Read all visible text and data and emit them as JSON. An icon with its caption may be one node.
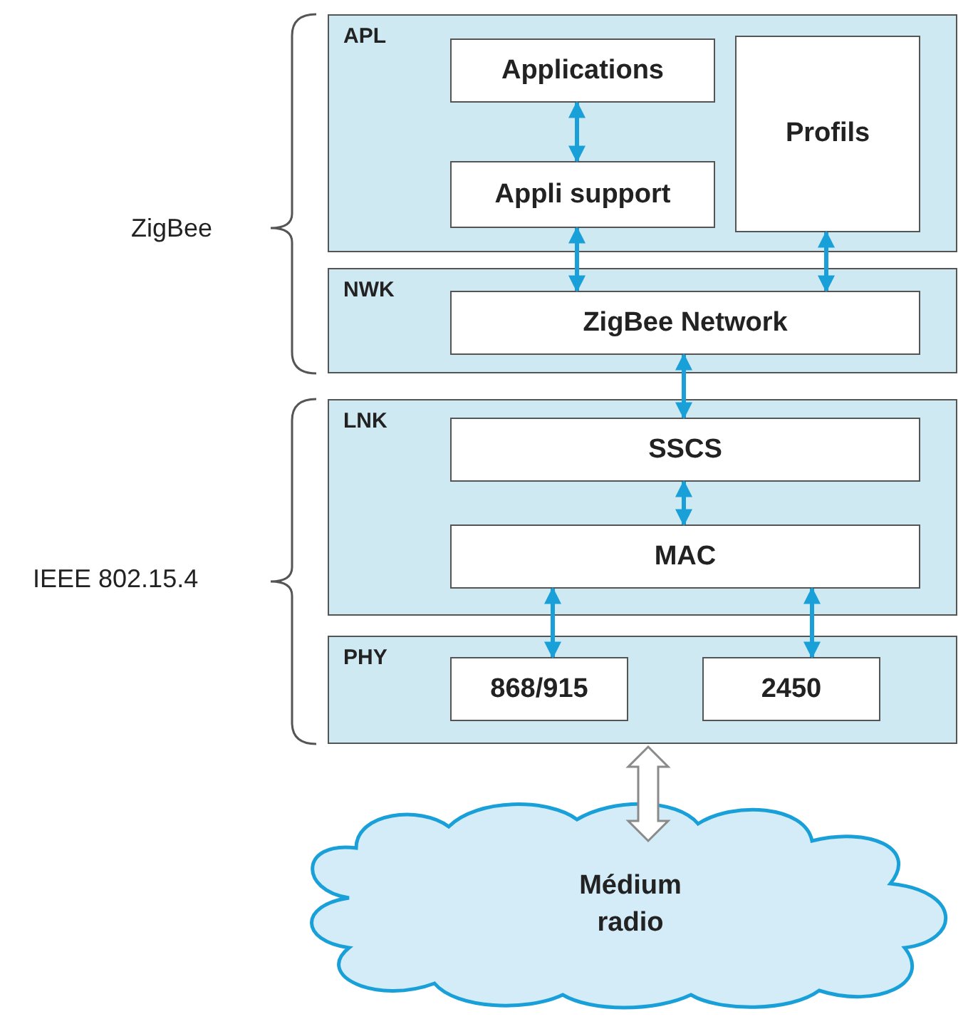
{
  "diagram": {
    "nodes": [
      {
        "text": [
          "APL"
        ]
      },
      {
        "text": [
          "Applications"
        ],
        "in": 0
      },
      {
        "text": [
          "Appli support"
        ],
        "in": 0
      },
      {
        "text": [
          "Profils"
        ],
        "in": 0
      },
      {
        "text": [
          "NWK"
        ]
      },
      {
        "text": [
          "ZigBee Network"
        ],
        "in": 4
      },
      {
        "text": [
          "LNK"
        ]
      },
      {
        "text": [
          "SSCS"
        ],
        "in": 6
      },
      {
        "text": [
          "MAC"
        ],
        "in": 6
      },
      {
        "text": [
          "PHY"
        ]
      },
      {
        "text": [
          "868/915"
        ],
        "in": 9
      },
      {
        "text": [
          "2450"
        ],
        "in": 9
      },
      {
        "text": [
          "Médium radio"
        ]
      }
    ],
    "edges": [
      {
        "from": 1,
        "to": 2,
        "arrow": "both"
      },
      {
        "from": 2,
        "to": 5,
        "arrow": "both"
      },
      {
        "from": 3,
        "to": 5,
        "arrow": "both"
      },
      {
        "from": 5,
        "to": 7,
        "arrow": "both"
      },
      {
        "from": 7,
        "to": 8,
        "arrow": "both"
      },
      {
        "from": 8,
        "to": 10,
        "arrow": "both"
      },
      {
        "from": 8,
        "to": 11,
        "arrow": "both"
      },
      {
        "from": 9,
        "to": 12,
        "arrow": "both",
        "style": "thick",
        "color": "#8a8a8a"
      }
    ],
    "labels": [
      "ZigBee",
      "IEEE 802.15.4"
    ]
  }
}
